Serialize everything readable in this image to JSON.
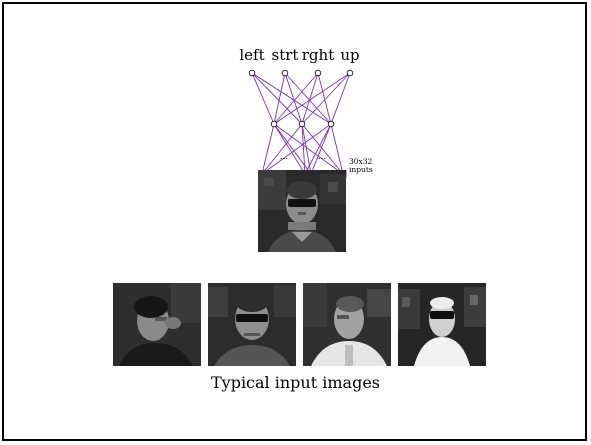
{
  "network": {
    "outputs": [
      {
        "label": "left"
      },
      {
        "label": "strt"
      },
      {
        "label": "rght"
      },
      {
        "label": "up"
      }
    ],
    "hidden_count": 3,
    "input_marker_count": 4,
    "ellipsis": [
      "...",
      "..."
    ],
    "inputs_note_line1": "30x32",
    "inputs_note_line2": "inputs",
    "edge_color": "#7a2fc0",
    "input_marker_color": "#c0303a"
  },
  "input_image": {
    "subject": "face with sunglasses, straight pose"
  },
  "examples": {
    "caption": "Typical input images",
    "images": [
      {
        "pose": "left"
      },
      {
        "pose": "straight with sunglasses"
      },
      {
        "pose": "right"
      },
      {
        "pose": "up with sunglasses"
      }
    ]
  }
}
